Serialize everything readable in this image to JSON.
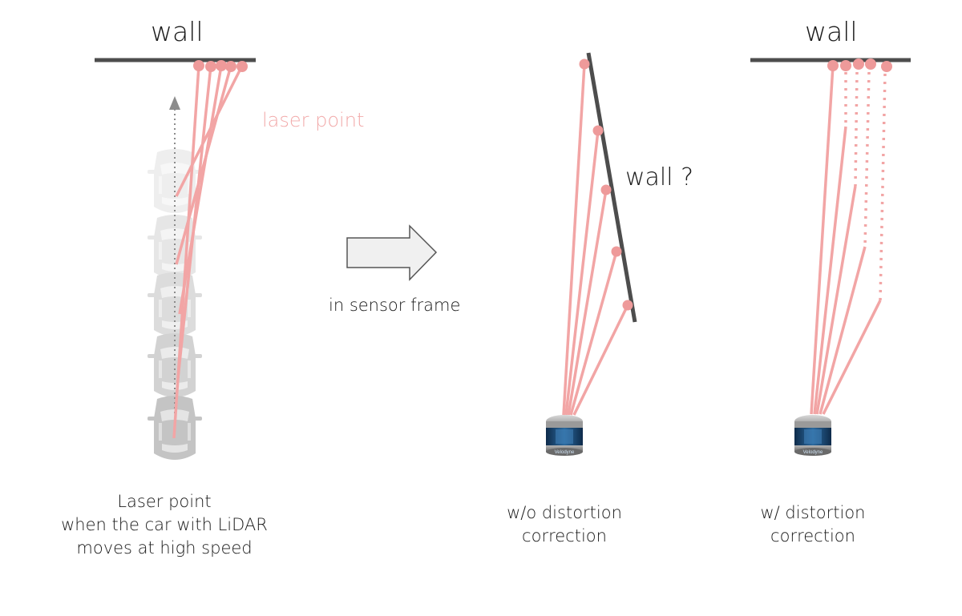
{
  "labels": {
    "wall_left": "wall",
    "laser_point": "laser point",
    "wall_question": "wall ?",
    "wall_right": "wall",
    "arrow_caption": "in sensor frame"
  },
  "captions": {
    "left": "Laser point\nwhen the car with LiDAR\nmoves at high speed",
    "middle": "w/o distortion\ncorrection",
    "right": "w/  distortion\ncorrection"
  },
  "sensor_brand": "Velodyne",
  "colors": {
    "wall": "#4d4d4d",
    "laser": "#f2a5a5",
    "laser_point": "#ee9a9a",
    "label_pink": "#f2aaaa",
    "car": "#cfcfcf",
    "arrow_fill": "#f0f0f0",
    "arrow_stroke": "#555555",
    "sensor_body": "#1f4f7a"
  },
  "icons": [
    "car-icon",
    "lidar-sensor-icon",
    "block-arrow-icon",
    "motion-arrow-icon"
  ]
}
